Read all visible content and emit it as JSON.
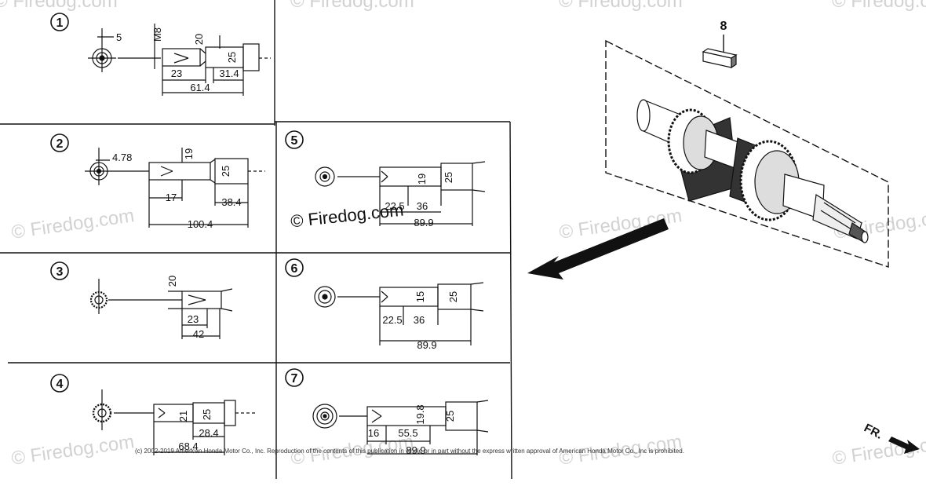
{
  "watermarks": [
    "© Firedog.com",
    "© Firedog.com",
    "© Firedog.com",
    "© Firedog.com",
    "© Firedog.com",
    "© Firedog.com",
    "© Firedog.com",
    "© Firedog.com",
    "© Firedog.com",
    "© Firedog.com",
    "© Firedog.com"
  ],
  "center_watermark": "© Firedog.com",
  "copyright": "(c) 2002-2019 American Honda Motor Co., Inc. Reproduction of the contents of this publication in whole or in part without the express written approval of American Honda Motor Co., Inc is prohibited.",
  "fr_label": "FR.",
  "part_number": "8",
  "types": [
    {
      "num": "1",
      "dims": [
        "5",
        "M8",
        "20",
        "25",
        "23",
        "31.4",
        "61.4"
      ]
    },
    {
      "num": "2",
      "dims": [
        "4.78",
        "19",
        "25",
        "17",
        "38.4",
        "100.4"
      ]
    },
    {
      "num": "3",
      "dims": [
        "20",
        "23",
        "42"
      ]
    },
    {
      "num": "4",
      "dims": [
        "21",
        "25",
        "28.4",
        "68.4"
      ]
    },
    {
      "num": "5",
      "dims": [
        "19",
        "25",
        "22.5",
        "36",
        "89.9"
      ]
    },
    {
      "num": "6",
      "dims": [
        "15",
        "25",
        "22.5",
        "36",
        "89.9"
      ]
    },
    {
      "num": "7",
      "dims": [
        "19.8",
        "25",
        "16",
        "55.5",
        "89.9"
      ]
    }
  ]
}
